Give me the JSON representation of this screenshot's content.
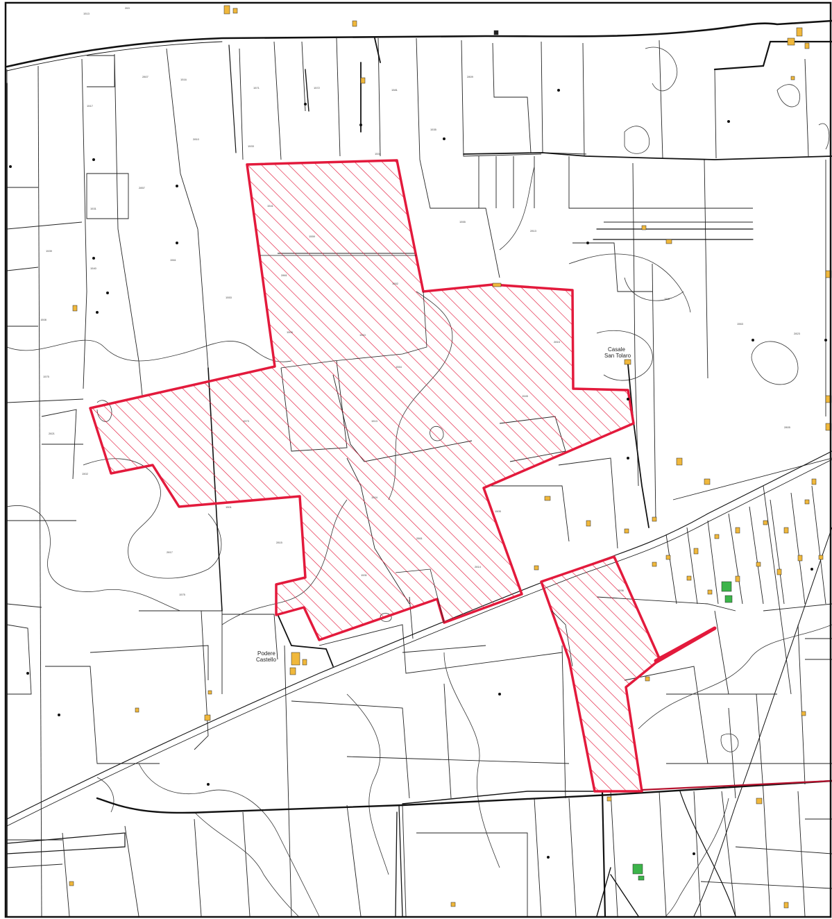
{
  "map": {
    "colors": {
      "background": "#ffffff",
      "parcel_line": "#222222",
      "road_line": "#111111",
      "contour_line": "#333333",
      "zone_outline": "#e31a3c",
      "zone_hatch": "#e31a3c",
      "building": "#f0b83c",
      "green_building": "#3cb44a"
    },
    "place_labels": {
      "casale_line1": "Casale",
      "casale_line2": "San Tolaro",
      "podere_line1": "Podere",
      "podere_line2": "Castello"
    },
    "parcel_numbers": [
      "263",
      "1513",
      "2807",
      "1516",
      "1517",
      "1571",
      "1572",
      "1581",
      "2809",
      "2810",
      "1533",
      "1534",
      "1535",
      "2857",
      "1531",
      "1541",
      "1559",
      "1555",
      "2813",
      "1539",
      "1540",
      "1561",
      "2861",
      "1552",
      "1553",
      "1508",
      "1509",
      "1510",
      "2815",
      "1537",
      "1563",
      "2823",
      "1554",
      "1545",
      "1575",
      "1573",
      "1513",
      "2805",
      "2821",
      "1502",
      "1501",
      "1504",
      "1505",
      "2817",
      "2815",
      "2861",
      "1531",
      "2814",
      "1575",
      "1536"
    ]
  }
}
